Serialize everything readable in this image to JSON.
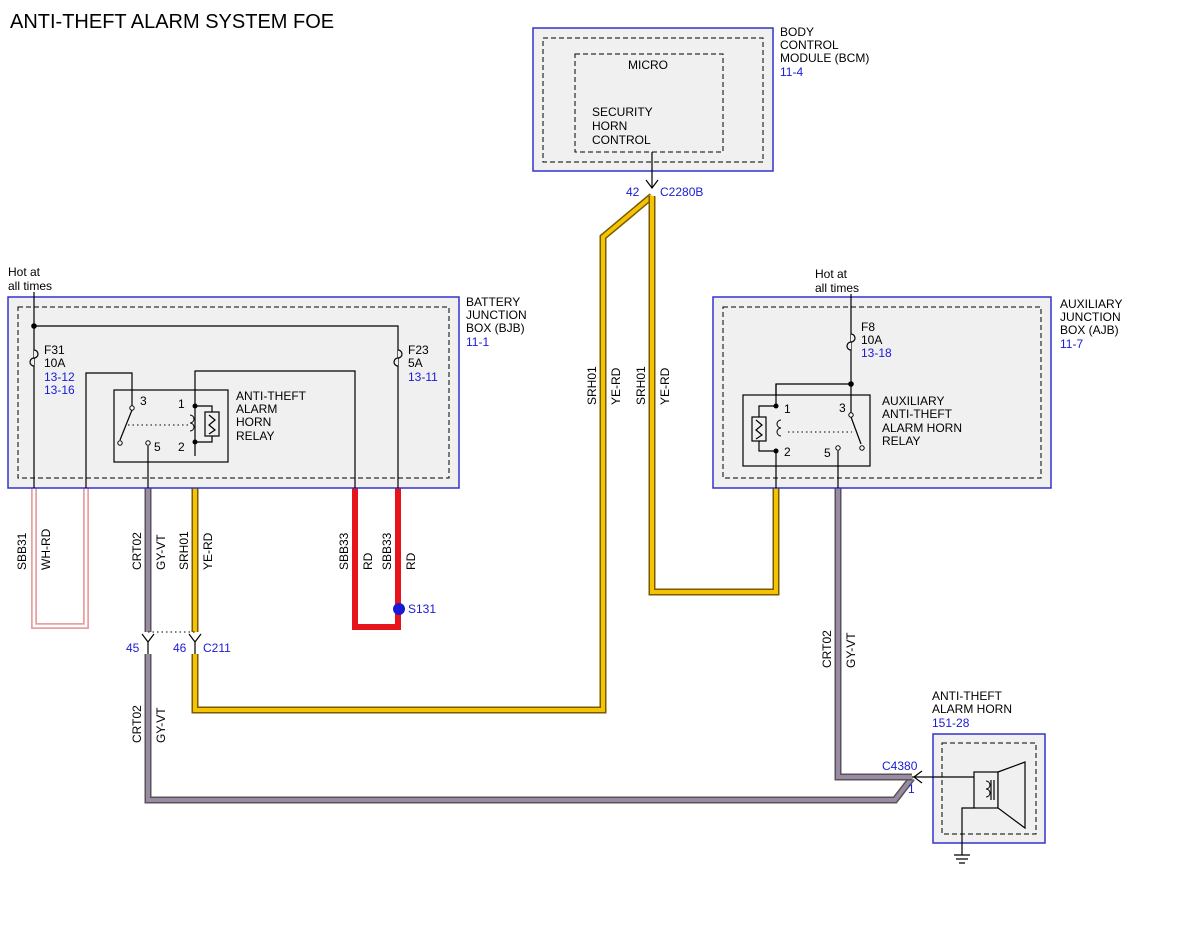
{
  "title": "ANTI-THEFT ALARM SYSTEM FOE",
  "colors": {
    "box_border": "#3333cc",
    "box_fill": "#f0f0f0",
    "reference_text": "#1a1ad6",
    "wire_yellow": "#f5c400",
    "wire_red": "#e8141c",
    "wire_violet_gray": "#9a8aa3",
    "wire_white_red": "#e8a0a0"
  },
  "bcm": {
    "name_line1": "BODY",
    "name_line2": "CONTROL",
    "name_line3": "MODULE (BCM)",
    "ref": "11-4",
    "micro": "MICRO",
    "func_line1": "SECURITY",
    "func_line2": "HORN",
    "func_line3": "CONTROL",
    "pin": "42",
    "connector": "C2280B"
  },
  "bjb": {
    "hot_line1": "Hot at",
    "hot_line2": "all times",
    "name_line1": "BATTERY",
    "name_line2": "JUNCTION",
    "name_line3": "BOX (BJB)",
    "ref": "11-1",
    "fuse1": {
      "name": "F31",
      "rating": "10A",
      "ref1": "13-12",
      "ref2": "13-16"
    },
    "fuse2": {
      "name": "F23",
      "rating": "5A",
      "ref1": "13-11"
    },
    "relay": {
      "line1": "ANTI-THEFT",
      "line2": "ALARM",
      "line3": "HORN",
      "line4": "RELAY",
      "pin1": "1",
      "pin2": "2",
      "pin3": "3",
      "pin5": "5"
    }
  },
  "ajb": {
    "hot_line1": "Hot at",
    "hot_line2": "all times",
    "name_line1": "AUXILIARY",
    "name_line2": "JUNCTION",
    "name_line3": "BOX (AJB)",
    "ref": "11-7",
    "fuse": {
      "name": "F8",
      "rating": "10A",
      "ref1": "13-18"
    },
    "relay": {
      "line1": "AUXILIARY",
      "line2": "ANTI-THEFT",
      "line3": "ALARM HORN",
      "line4": "RELAY",
      "pin1": "1",
      "pin2": "2",
      "pin3": "3",
      "pin5": "5"
    }
  },
  "horn": {
    "name_line1": "ANTI-THEFT",
    "name_line2": "ALARM HORN",
    "ref": "151-28",
    "connector": "C4380",
    "pin": "1"
  },
  "c211": {
    "connector": "C211",
    "pin45": "45",
    "pin46": "46"
  },
  "splice": {
    "name": "S131"
  },
  "wires": {
    "sbb31": {
      "circuit": "SBB31",
      "color": "WH-RD"
    },
    "crt02_upper": {
      "circuit": "CRT02",
      "color": "GY-VT"
    },
    "srh01_left": {
      "circuit": "SRH01",
      "color": "YE-RD"
    },
    "sbb33_a": {
      "circuit": "SBB33",
      "color": "RD"
    },
    "sbb33_b": {
      "circuit": "SBB33",
      "color": "RD"
    },
    "srh01_mid_a": {
      "circuit": "SRH01",
      "color": "YE-RD"
    },
    "srh01_mid_b": {
      "circuit": "SRH01",
      "color": "YE-RD"
    },
    "crt02_lower": {
      "circuit": "CRT02",
      "color": "GY-VT"
    },
    "crt02_right": {
      "circuit": "CRT02",
      "color": "GY-VT"
    }
  }
}
